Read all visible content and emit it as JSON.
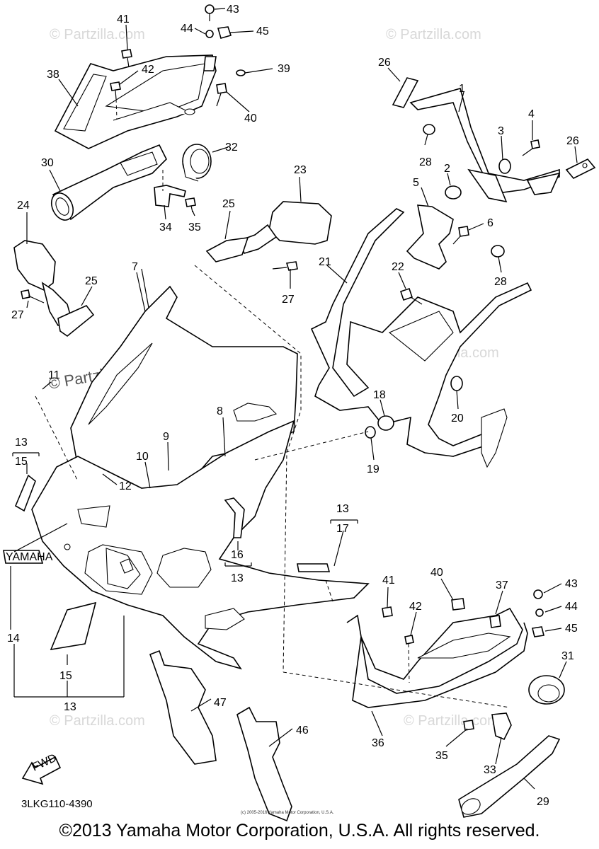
{
  "watermark": "© Partzilla.com",
  "diagram_code": "3LKG110-4390",
  "fwd_label": "FWD",
  "yamaha_badge": "YAMAHA",
  "small_copyright": "(c) 2005-2016 Yamaha Motor Corporation, U.S.A.",
  "copyright": "©2013 Yamaha Motor Corporation, U.S.A. All rights reserved.",
  "callouts": {
    "c1": "1",
    "c2": "2",
    "c3": "3",
    "c4": "4",
    "c5": "5",
    "c6": "6",
    "c7": "7",
    "c8": "8",
    "c9": "9",
    "c10": "10",
    "c11": "11",
    "c12": "12",
    "c13a": "13",
    "c15a": "15",
    "c13b": "13",
    "c17": "17",
    "c16": "16",
    "c13c": "13",
    "c14": "14",
    "c15b": "15",
    "c13d": "13",
    "c18": "18",
    "c19": "19",
    "c20": "20",
    "c21": "21",
    "c22": "22",
    "c23": "23",
    "c24": "24",
    "c25a": "25",
    "c25b": "25",
    "c26a": "26",
    "c26b": "26",
    "c27a": "27",
    "c27b": "27",
    "c28a": "28",
    "c28b": "28",
    "c29": "29",
    "c30": "30",
    "c31": "31",
    "c32": "32",
    "c33": "33",
    "c34": "34",
    "c35a": "35",
    "c35b": "35",
    "c36": "36",
    "c37": "37",
    "c38": "38",
    "c39": "39",
    "c40a": "40",
    "c40b": "40",
    "c41a": "41",
    "c41b": "41",
    "c42a": "42",
    "c42b": "42",
    "c43a": "43",
    "c43b": "43",
    "c44a": "44",
    "c44b": "44",
    "c45a": "45",
    "c45b": "45",
    "c46": "46",
    "c47": "47"
  }
}
